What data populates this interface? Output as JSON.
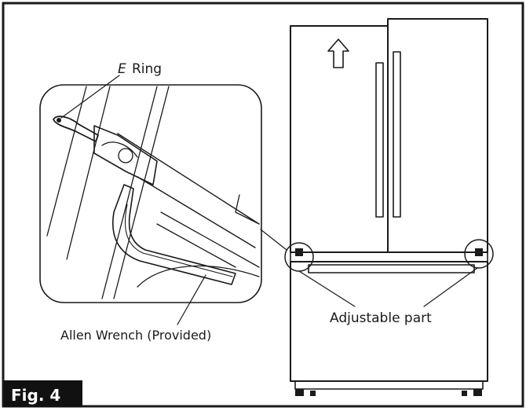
{
  "figure": {
    "caption": "Fig. 4",
    "labels": {
      "e_ring_letter": "E",
      "e_ring_word": "Ring",
      "allen_wrench": "Allen Wrench (Provided)",
      "adjustable_part": "Adjustable part"
    }
  }
}
